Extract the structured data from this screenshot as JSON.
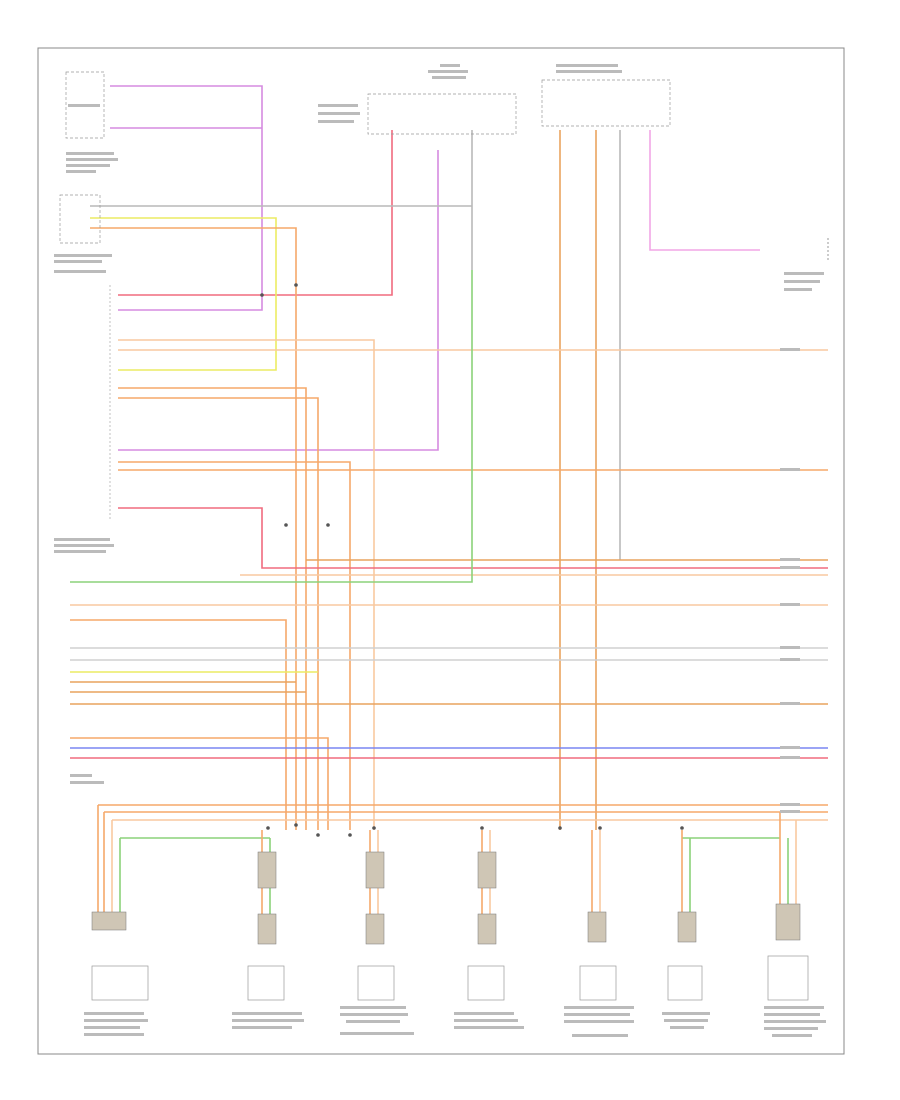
{
  "diagram": {
    "footer_code": "",
    "wire_colors": {
      "orange_brown": "#f5a86a",
      "dark_orange": "#e9a35f",
      "pink_red": "#f06b7f",
      "magenta": "#d58be0",
      "yellow": "#ecec63",
      "green": "#8bd27a",
      "blue": "#7a86f2",
      "grey": "#b9b9b9",
      "light_orange": "#f8c9a0",
      "pink": "#f2a6e6"
    },
    "components": [
      {
        "id": "steering-angle-sensor"
      },
      {
        "id": "instrument-cluster"
      },
      {
        "id": "fuse-panel-top-center"
      },
      {
        "id": "brake-light-switch"
      },
      {
        "id": "brake-light-sensor-right"
      },
      {
        "id": "data-link-connector"
      },
      {
        "id": "module-1"
      },
      {
        "id": "module-2"
      },
      {
        "id": "module-3"
      },
      {
        "id": "module-4"
      },
      {
        "id": "module-5"
      },
      {
        "id": "module-6"
      },
      {
        "id": "module-7"
      }
    ]
  }
}
